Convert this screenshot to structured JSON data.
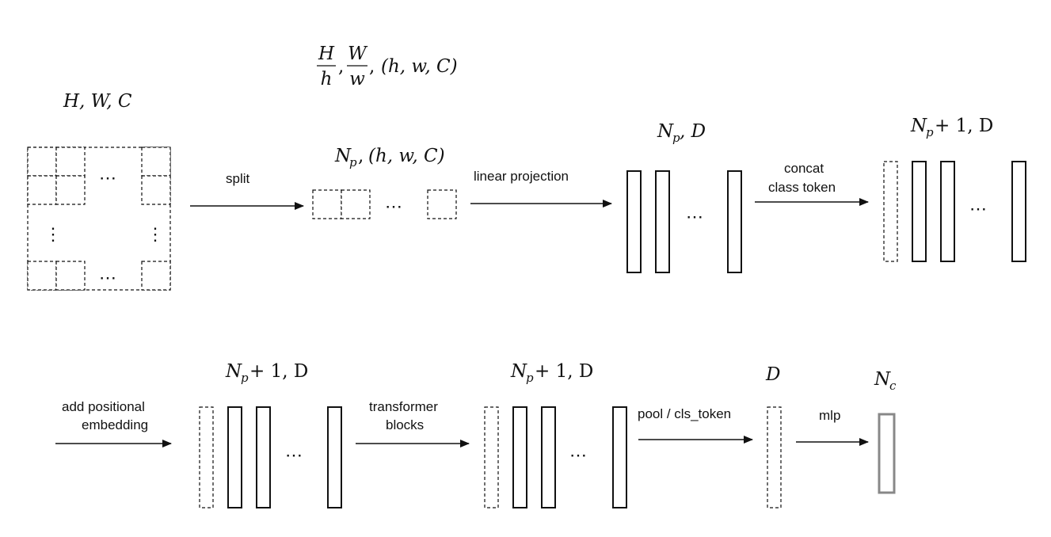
{
  "colors": {
    "ink": "#111111",
    "output_box": "#888888",
    "background": "#ffffff"
  },
  "image": {
    "dims": {
      "main": "H, W, C"
    }
  },
  "split": {
    "arrow_label": "split"
  },
  "patches": {
    "top_formula": {
      "h_num": "H",
      "h_den": "h",
      "w_num": "W",
      "w_den": "w",
      "tail": "(h, w, C)"
    },
    "dims": "(h, w, C)",
    "np_base": "N",
    "np_sub": "p"
  },
  "projection": {
    "arrow_label": "linear projection",
    "dims_base": "N",
    "dims_sub": "p",
    "dims_tail": ", D"
  },
  "concat": {
    "arrow_label_1": "concat",
    "arrow_label_2": "class token",
    "dims_base": "N",
    "dims_sub": "p",
    "dims_tail": " + 1, D"
  },
  "positional": {
    "arrow_label_1": "add positional",
    "arrow_label_2": "embedding",
    "dims_base": "N",
    "dims_sub": "p",
    "dims_tail": " + 1, D"
  },
  "transformer": {
    "arrow_label_1": "transformer",
    "arrow_label_2": "blocks",
    "dims_base": "N",
    "dims_sub": "p",
    "dims_tail": " + 1, D"
  },
  "pool": {
    "arrow_label": "pool / cls_token",
    "dims": "D"
  },
  "mlp": {
    "arrow_label": "mlp",
    "dims_base": "N",
    "dims_sub": "c"
  },
  "glyphs": {
    "ellipsis_h": "⋯",
    "ellipsis_v": "⋮"
  }
}
